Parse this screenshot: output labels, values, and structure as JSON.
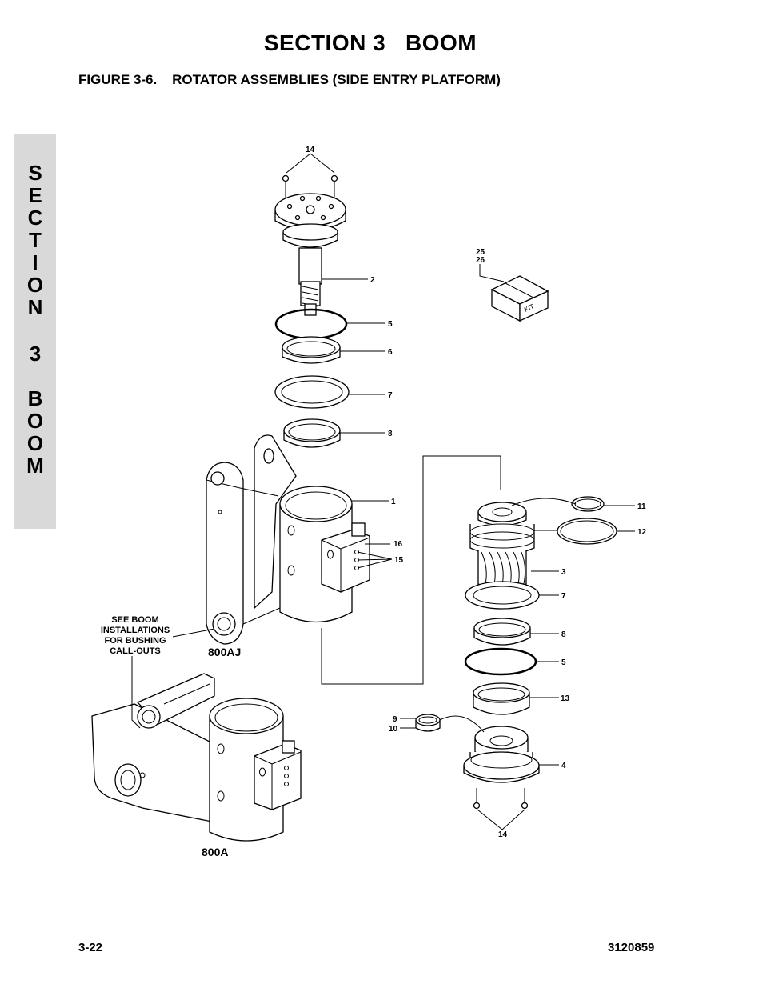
{
  "header": {
    "section_title": "SECTION 3   BOOM",
    "figure_title": "FIGURE 3-6.    ROTATOR ASSEMBLIES (SIDE ENTRY PLATFORM)"
  },
  "side_tab": {
    "letters": [
      "S",
      "E",
      "C",
      "T",
      "I",
      "O",
      "N",
      "3",
      "B",
      "O",
      "O",
      "M"
    ]
  },
  "diagram": {
    "callouts": {
      "c14_top": "14",
      "c2": "2",
      "c5_top": "5",
      "c6": "6",
      "c7_top": "7",
      "c8_top": "8",
      "c1": "1",
      "c16": "16",
      "c15": "15",
      "c25": "25",
      "c26": "26",
      "c11": "11",
      "c12": "12",
      "c3": "3",
      "c7_right": "7",
      "c8_right": "8",
      "c5_right": "5",
      "c13": "13",
      "c9": "9",
      "c10": "10",
      "c4": "4",
      "c14_bottom": "14"
    },
    "kit_label": "KIT",
    "models": {
      "upper": "800AJ",
      "lower": "800A"
    },
    "note_lines": [
      "SEE BOOM",
      "INSTALLATIONS",
      "FOR BUSHING",
      "CALL-OUTS"
    ]
  },
  "footer": {
    "page_number": "3-22",
    "doc_number": "3120859"
  }
}
